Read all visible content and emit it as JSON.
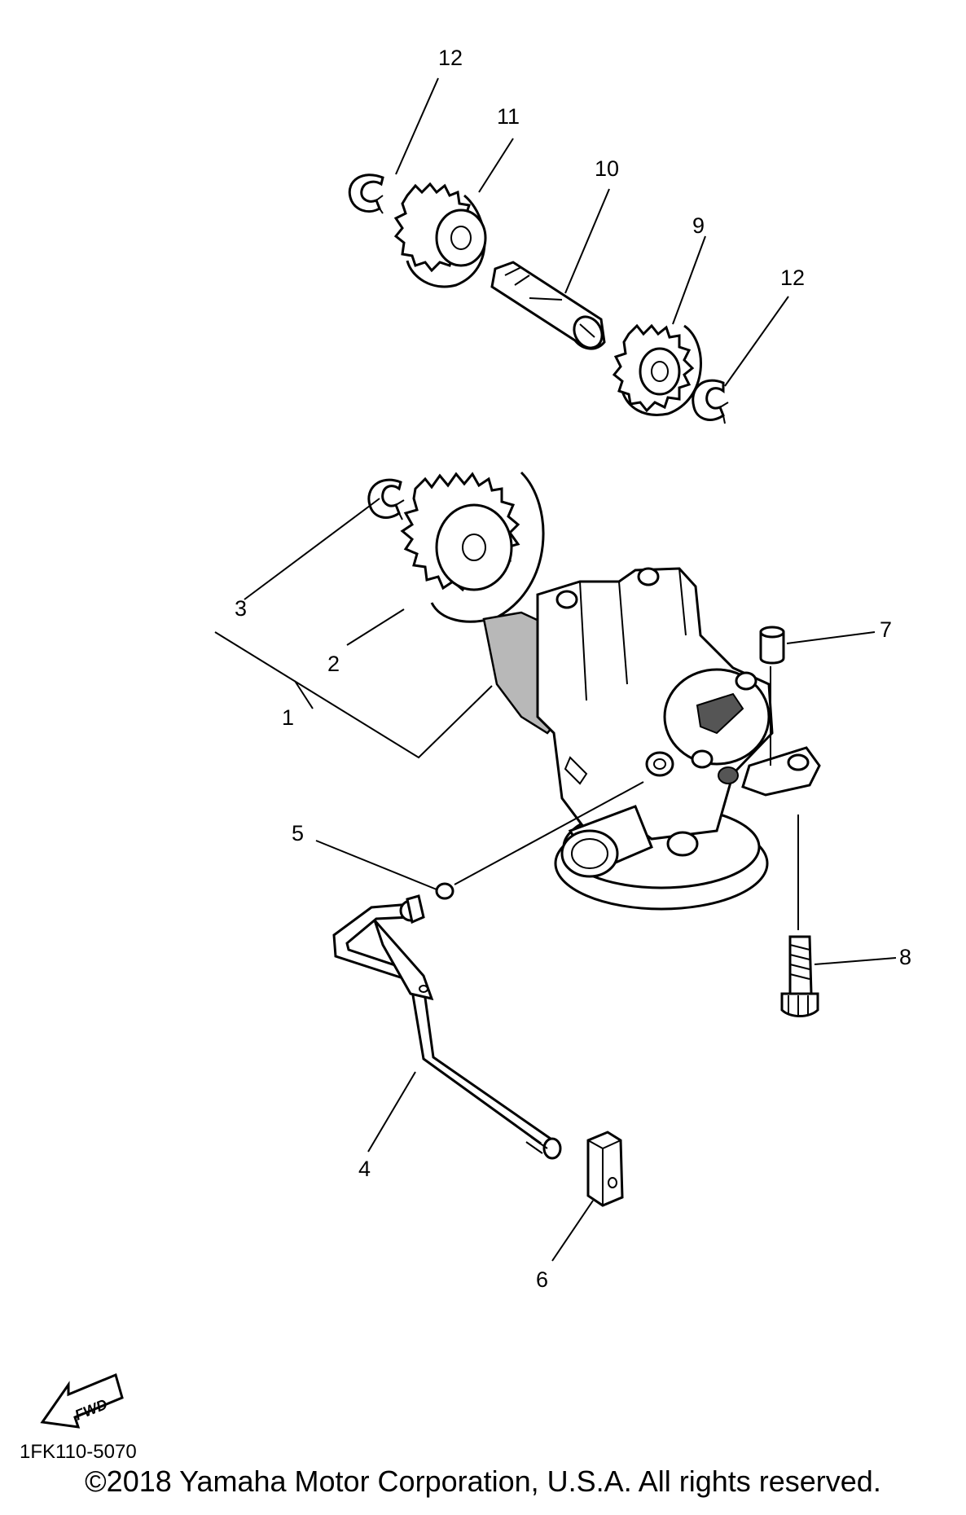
{
  "diagram": {
    "callouts": [
      {
        "id": "c1",
        "text": "1"
      },
      {
        "id": "c2",
        "text": "2"
      },
      {
        "id": "c3",
        "text": "3"
      },
      {
        "id": "c4",
        "text": "4"
      },
      {
        "id": "c5",
        "text": "5"
      },
      {
        "id": "c6",
        "text": "6"
      },
      {
        "id": "c7",
        "text": "7"
      },
      {
        "id": "c8",
        "text": "8"
      },
      {
        "id": "c9",
        "text": "9"
      },
      {
        "id": "c10",
        "text": "10"
      },
      {
        "id": "c11",
        "text": "11"
      },
      {
        "id": "c12a",
        "text": "12"
      },
      {
        "id": "c12b",
        "text": "12"
      }
    ],
    "fwd_label": "FWD",
    "diagram_code": "1FK110-5070"
  },
  "footer": {
    "copyright": "©2018 Yamaha Motor Corporation, U.S.A. All rights reserved."
  }
}
